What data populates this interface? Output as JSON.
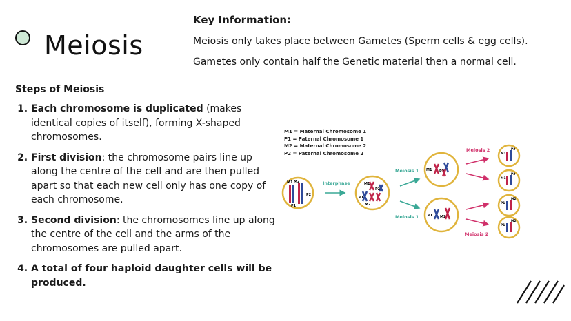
{
  "title": "Meiosis",
  "key_info": {
    "heading": "Key Information:",
    "lines": [
      "Meiosis only takes place between Gametes (Sperm cells & egg cells).",
      "Gametes only contain half the Genetic material then a normal cell."
    ]
  },
  "steps": {
    "heading": "Steps of Meiosis",
    "items": [
      {
        "bold": "Each chromosome is duplicated",
        "rest": " (makes identical copies of itself), forming X-shaped chromosomes."
      },
      {
        "bold": "First division",
        "rest": ": the chromosome pairs line up along the centre of the cell and are then pulled apart so that each new cell only has one copy of each chromosome."
      },
      {
        "bold": "Second division",
        "rest": ": the chromosomes line up along the centre of the cell and the arms of the chromosomes are pulled apart."
      },
      {
        "bold": "A total of four haploid daughter cells will be produced.",
        "rest": ""
      }
    ]
  },
  "diagram": {
    "legend": [
      "M1 = Maternal Chromosome 1",
      "P1 = Paternal Chromosome 1",
      "M2 = Maternal Chromosome 2",
      "P2 = Paternal Chromosome 2"
    ],
    "labels": {
      "interphase": "Interphase",
      "meiosis1_top": "Meiosis 1",
      "meiosis1_bottom": "Meiosis 1",
      "meiosis2_top": "Meiosis 2",
      "meiosis2_bottom": "Meiosis 2",
      "m1": "M1",
      "m2": "M2",
      "p1": "P1",
      "p2": "P2"
    },
    "colors": {
      "cell_border": "#e0b43c",
      "maternal": "#c0244a",
      "paternal": "#2e4a9a",
      "meiosis1_arrow": "#3aa896",
      "meiosis2_arrow": "#d0306a",
      "interphase_arrow": "#3aa896"
    }
  }
}
